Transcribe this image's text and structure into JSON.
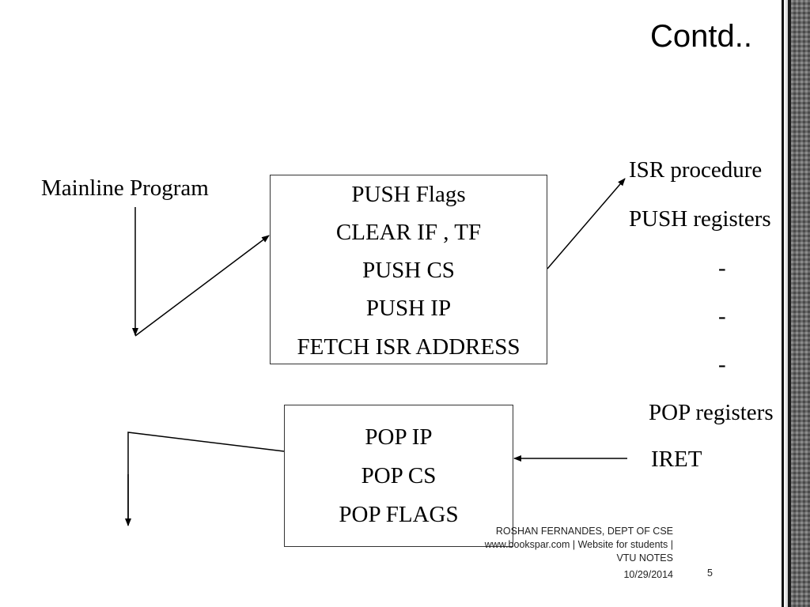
{
  "slide": {
    "title": "Contd..",
    "mainline_label": "Mainline Program",
    "interrupt_box": {
      "lines": [
        "PUSH   Flags",
        "CLEAR IF , TF",
        "PUSH    CS",
        "PUSH     IP",
        "FETCH ISR ADDRESS"
      ]
    },
    "return_box": {
      "lines": [
        "POP    IP",
        "POP    CS",
        "POP     FLAGS"
      ]
    },
    "isr": {
      "procedure": "ISR procedure",
      "push": "PUSH registers",
      "dashes": [
        "-",
        "-",
        "-"
      ],
      "pop": "POP registers",
      "iret": "IRET"
    },
    "footer": {
      "author": "ROSHAN FERNANDES, DEPT OF CSE",
      "website": "www.bookspar.com | Website for students |",
      "notes": "VTU NOTES",
      "date": "10/29/2014",
      "page": "5"
    }
  }
}
